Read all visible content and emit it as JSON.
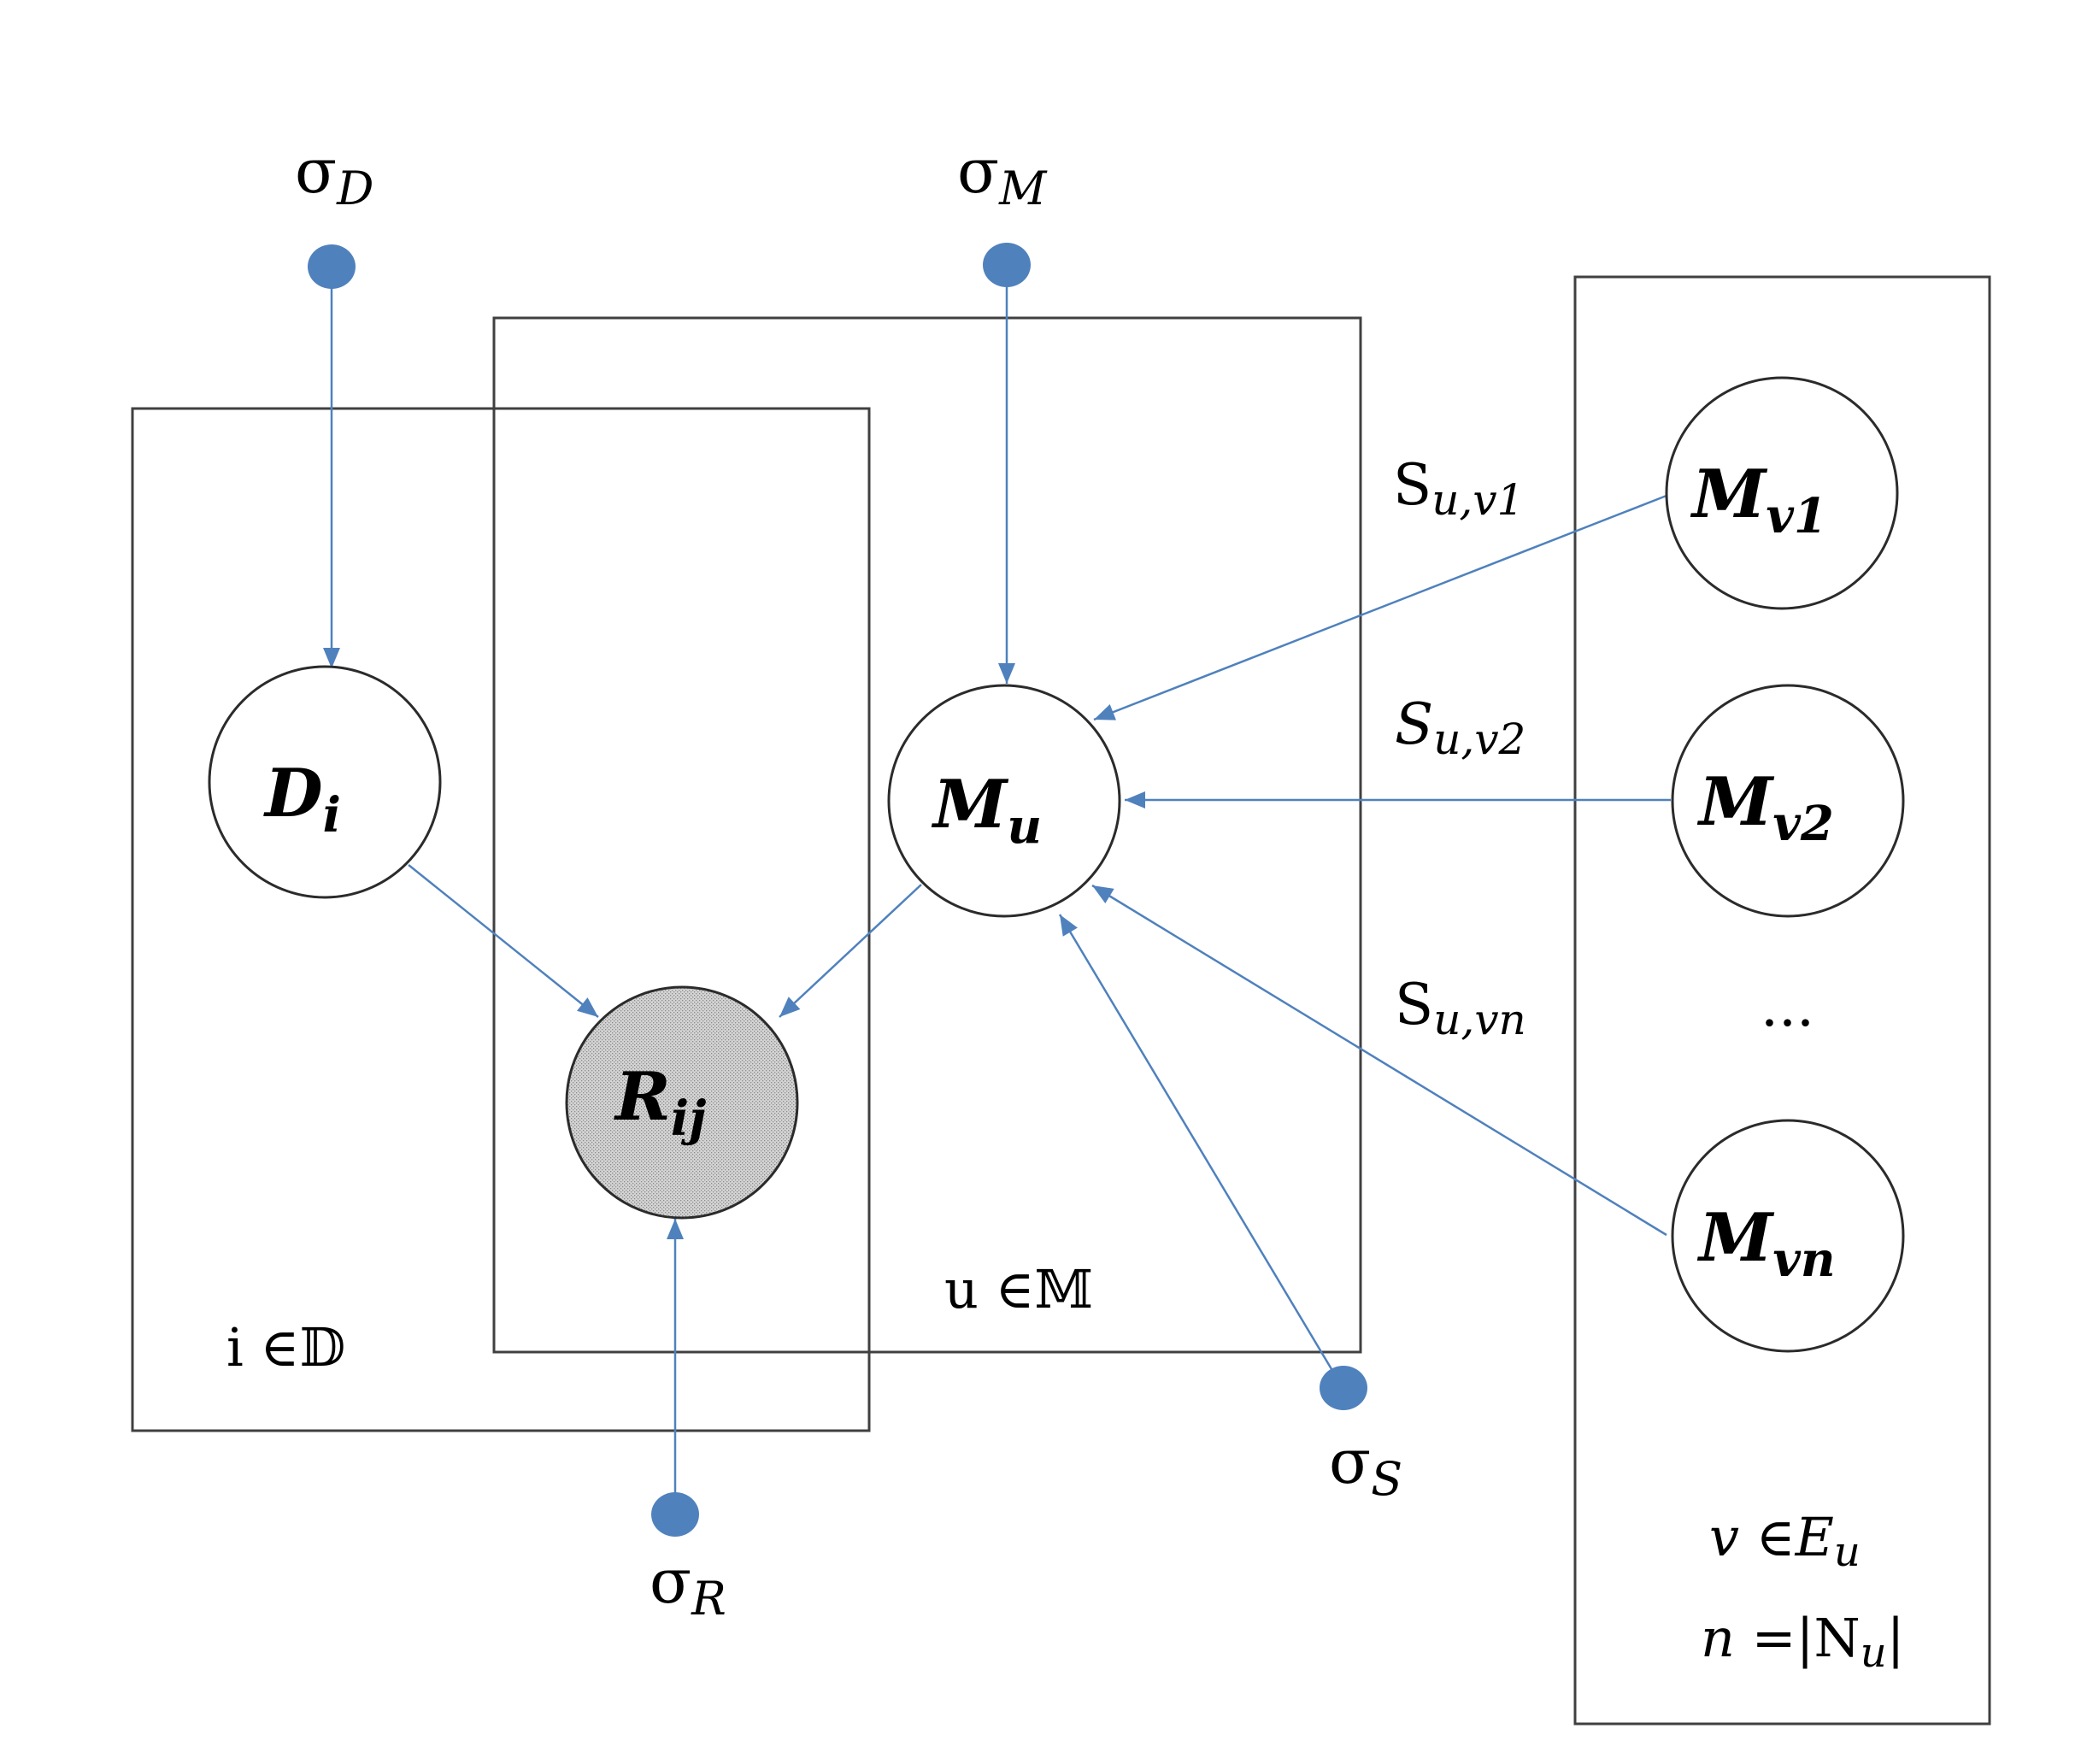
{
  "nodes": {
    "d_i": {
      "main": "D",
      "sub": "i"
    },
    "m_u": {
      "main": "M",
      "sub": "u"
    },
    "r_ij": {
      "main": "R",
      "sub": "ij"
    },
    "m_v1": {
      "main": "M",
      "sub": "v1"
    },
    "m_v2": {
      "main": "M",
      "sub": "v2"
    },
    "m_vn": {
      "main": "M",
      "sub": "vn"
    },
    "ellipsis": "..."
  },
  "hyperparameters": {
    "sigma_d": {
      "main": "σ",
      "sub": "D"
    },
    "sigma_m": {
      "main": "σ",
      "sub": "M"
    },
    "sigma_r": {
      "main": "σ",
      "sub": "R"
    },
    "sigma_s": {
      "main": "σ",
      "sub": "S"
    }
  },
  "edge_labels": {
    "s_uv1": {
      "main": "S",
      "sub": "u,v1"
    },
    "s_uv2": {
      "main": "S",
      "sub": "u,v2"
    },
    "s_uvn": {
      "main": "S",
      "sub": "u,vn"
    }
  },
  "plates": {
    "d_plate": {
      "var": "i",
      "sym": " ∈",
      "set": "𝔻"
    },
    "m_plate": {
      "var": "u",
      "sym": " ∈",
      "set": "𝕄"
    },
    "e_plate": {
      "line1": {
        "var": "v",
        "sym": " ∈",
        "set": "E",
        "sub": "u"
      },
      "line2": {
        "var": "n",
        "sym": " =|",
        "set": "N",
        "sub": "u",
        "end": "|"
      }
    }
  },
  "colors": {
    "edge": "#4f81bd",
    "hyperparameter": "#4f81bd",
    "plate": "#404040",
    "observed_fill": "#c8c8c8"
  }
}
